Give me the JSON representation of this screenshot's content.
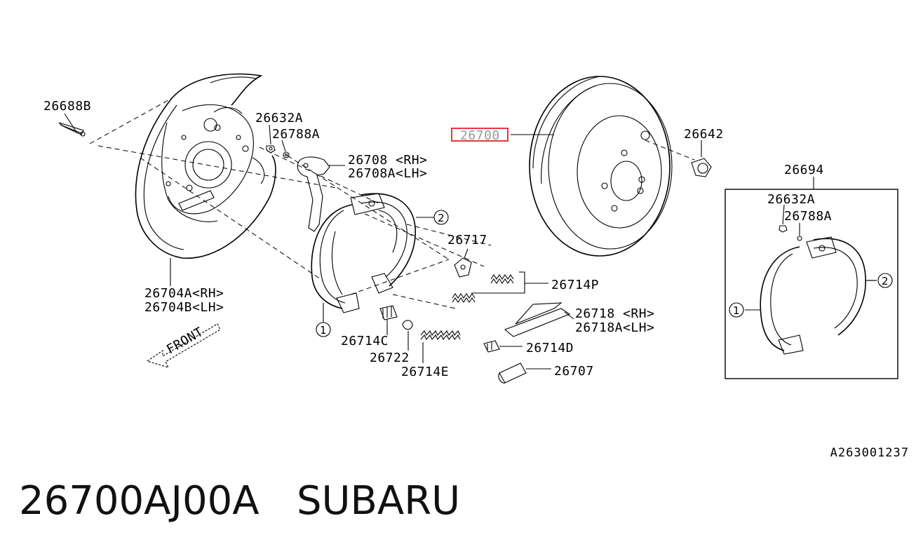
{
  "diagram": {
    "labels": {
      "l_26688B": "26688B",
      "l_26632A": "26632A",
      "l_26788A": "26788A",
      "l_26708RH": "26708 <RH>",
      "l_26708LH": "26708A<LH>",
      "l_26700": "26700",
      "l_26642": "26642",
      "l_26694": "26694",
      "l_26632A_2": "26632A",
      "l_26788A_2": "26788A",
      "l_26717": "26717",
      "l_26714P": "26714P",
      "l_26718RH": "26718 <RH>",
      "l_26718LH": "26718A<LH>",
      "l_26714D": "26714D",
      "l_26707": "26707",
      "l_26714C": "26714C",
      "l_26722": "26722",
      "l_26714E": "26714E",
      "l_26704RH": "26704A<RH>",
      "l_26704LH": "26704B<LH>",
      "front": "FRONT",
      "c1a": "1",
      "c2a": "2",
      "c1b": "1",
      "c2b": "2"
    },
    "highlight_color": "#e8202a",
    "illustration_code": "A263001237"
  },
  "footer": {
    "part_number": "26700AJ00A",
    "brand": "SUBARU"
  }
}
